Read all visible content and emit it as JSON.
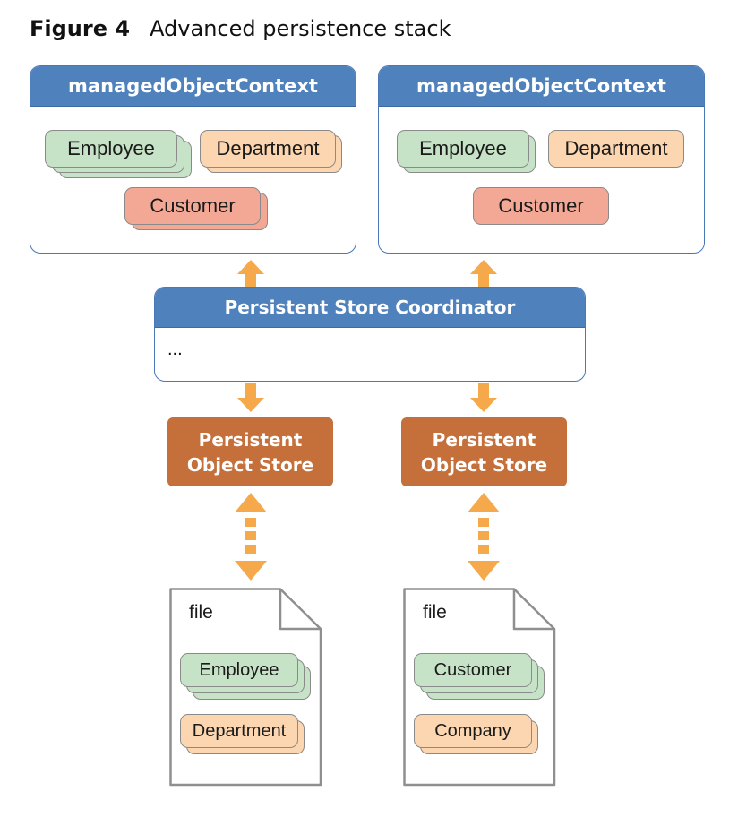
{
  "caption": {
    "number": "Figure 4",
    "title": "Advanced persistence stack"
  },
  "contexts": [
    {
      "header": "managedObjectContext",
      "entities": {
        "employee": "Employee",
        "department": "Department",
        "customer": "Customer"
      }
    },
    {
      "header": "managedObjectContext",
      "entities": {
        "employee": "Employee",
        "department": "Department",
        "customer": "Customer"
      }
    }
  ],
  "coordinator": {
    "header": "Persistent Store Coordinator",
    "body": "..."
  },
  "stores": [
    {
      "line1": "Persistent",
      "line2": "Object Store"
    },
    {
      "line1": "Persistent",
      "line2": "Object Store"
    }
  ],
  "files": [
    {
      "label": "file",
      "entities": [
        "Employee",
        "Department"
      ]
    },
    {
      "label": "file",
      "entities": [
        "Customer",
        "Company"
      ]
    }
  ],
  "colors": {
    "header_blue": "#4f81bd",
    "store_orange": "#c5703a",
    "arrow_orange": "#f5a94a",
    "entity_green": "#c7e3c7",
    "entity_peach": "#fcd6b0",
    "entity_salmon": "#f3a896"
  }
}
